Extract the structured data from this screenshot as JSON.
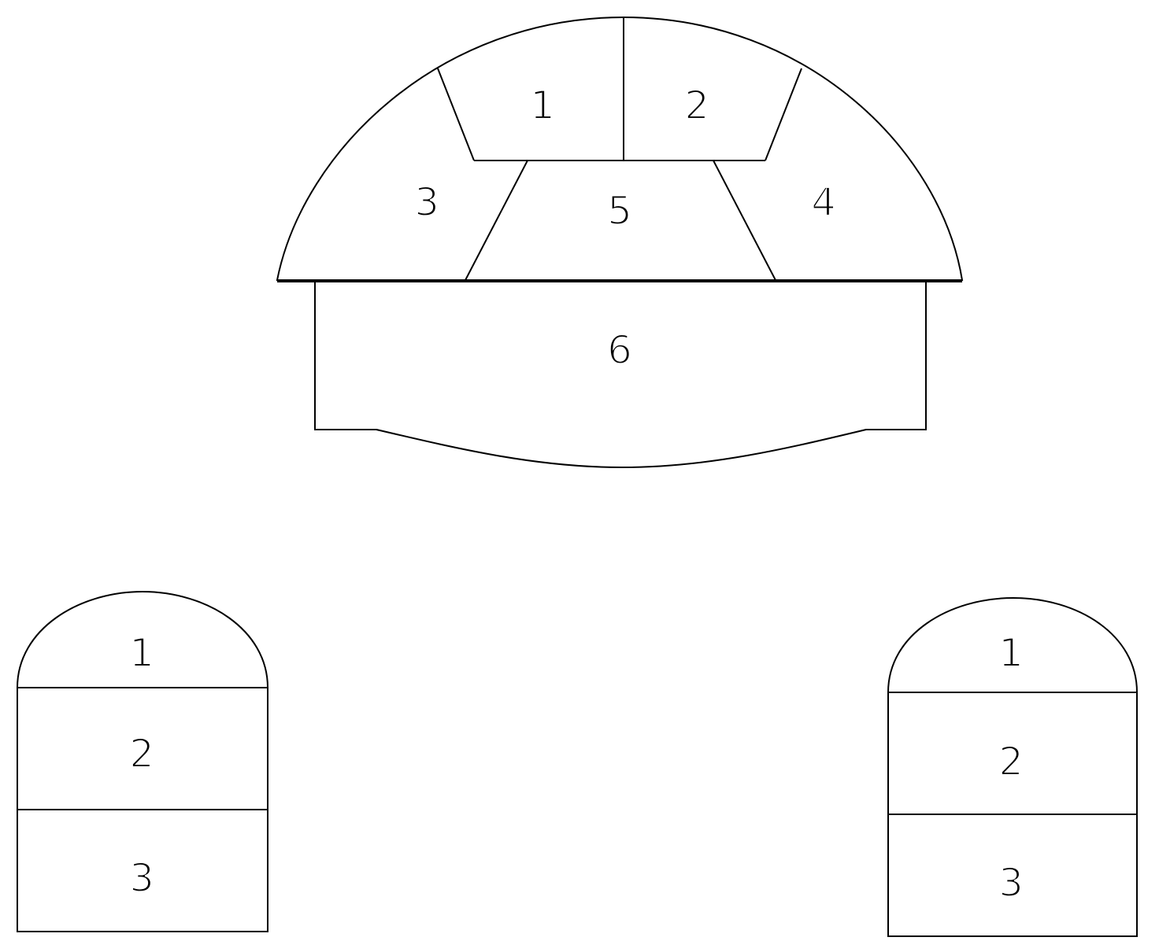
{
  "main_block": {
    "sections": [
      {
        "label": "1"
      },
      {
        "label": "2"
      },
      {
        "label": "3"
      },
      {
        "label": "4"
      },
      {
        "label": "5"
      },
      {
        "label": "6"
      }
    ]
  },
  "left_block": {
    "sections": [
      {
        "label": "1"
      },
      {
        "label": "2"
      },
      {
        "label": "3"
      }
    ]
  },
  "right_block": {
    "sections": [
      {
        "label": "1"
      },
      {
        "label": "2"
      },
      {
        "label": "3"
      }
    ]
  }
}
